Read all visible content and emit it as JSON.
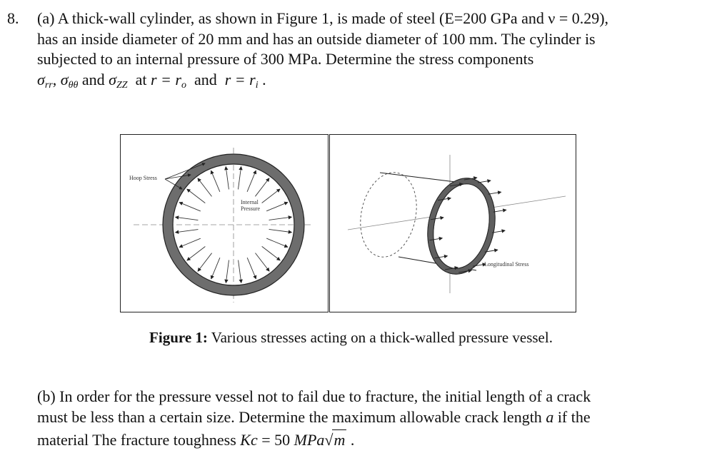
{
  "question": {
    "number": "8.",
    "part_a": {
      "line1": "(a) A thick-wall cylinder, as shown in Figure 1,  is made of steel (E=200 GPa and ν = 0.29),",
      "line2": "has an inside diameter of 20 mm and has an outside diameter of 100 mm. The cylinder is",
      "line3": "subjected  to  an  internal  pressure  of  300  MPa.  Determine  the  stress  components",
      "sigma_rr": "σ",
      "sigma_rr_sub": "rr",
      "sigma_tt": "σ",
      "sigma_tt_sub": "θθ",
      "and1": "and",
      "sigma_zz": "σ",
      "sigma_zz_sub": "ZZ",
      "at": "at",
      "r_eq_ro": "r = r",
      "ro_sub": "o",
      "and2": "and",
      "r_eq_ri": "r = r",
      "ri_sub": "i",
      "end": "."
    },
    "figure": {
      "hoop_label": "Hoop Stress",
      "internal_label_1": "Internal",
      "internal_label_2": "Pressure",
      "longitudinal_label": "Longitudinal Stress",
      "caption_bold": "Figure 1:",
      "caption_text": " Various stresses acting on a thick-walled pressure vessel."
    },
    "part_b": {
      "line1": "(b) In order for the pressure vessel not to fail due to fracture, the initial length of a crack",
      "line2_pre": "must be less than a certain size.  Determine the maximum allowable crack length ",
      "line2_var": "a",
      "line2_post": "  if the",
      "line3_pre": "material The fracture toughness ",
      "kc": "Kc",
      "eq": " =  50 ",
      "unit": "MPa",
      "root": "m",
      "end": " ."
    }
  }
}
